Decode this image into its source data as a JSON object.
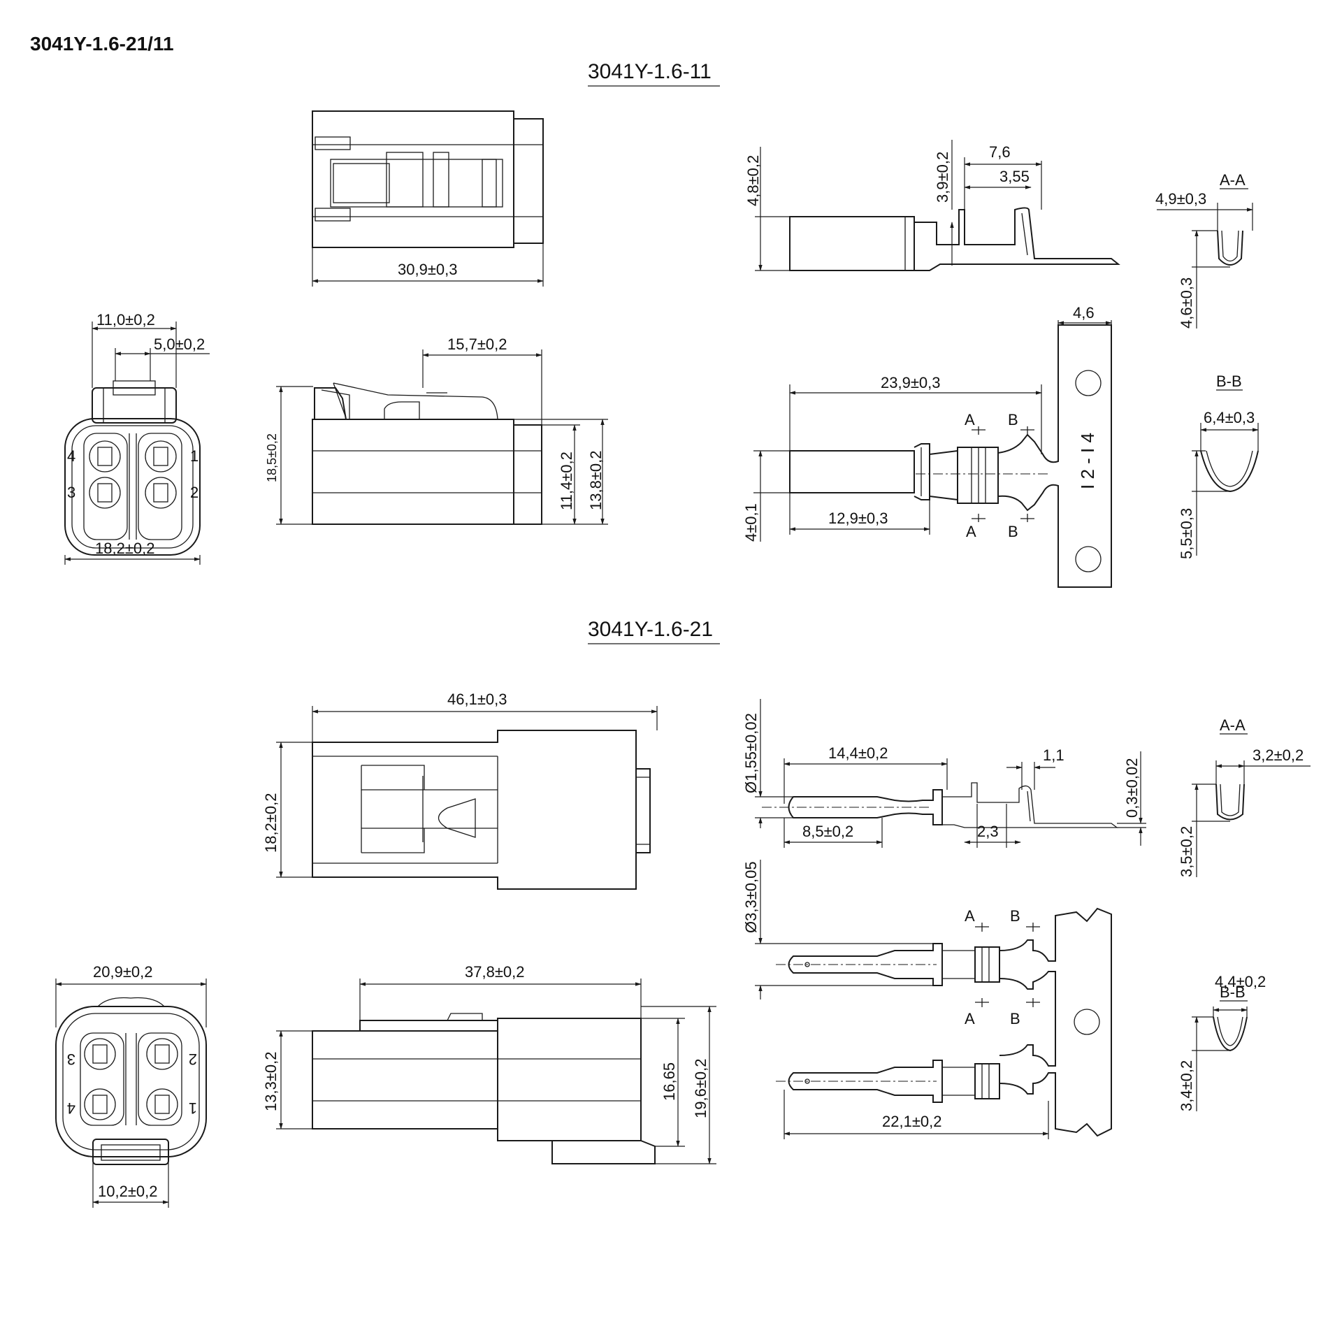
{
  "document": {
    "title": "3041Y-1.6-21/11"
  },
  "section_11": {
    "heading": "3041Y-1.6-11",
    "housing": {
      "length": "30,9±0,3",
      "front_width": "11,0±0,2",
      "latch_width": "5,0±0,2",
      "total_width": "18,2±0,2",
      "pins": [
        "4",
        "1",
        "3",
        "2"
      ],
      "side_offset": "15,7±0,2",
      "side_height": "18,5±0,2",
      "inner_height": "11,4±0,2",
      "outer_height": "13,8±0,2"
    },
    "terminal": {
      "height_left": "4,8±0,2",
      "height_crimp": "3,9±0,2",
      "crimp_length": "7,6",
      "crimp_gap": "3,55",
      "total_length": "23,9±0,3",
      "pin_length": "12,9±0,3",
      "diameter": "4±0,1",
      "strip_width": "4,6",
      "section_a": "A",
      "section_b": "B",
      "strip_label": "I 2 - I 4"
    },
    "section_aa": {
      "label": "A-A",
      "width": "4,9±0,3",
      "height": "4,6±0,3"
    },
    "section_bb": {
      "label": "B-B",
      "width": "6,4±0,3",
      "height": "5,5±0,3"
    }
  },
  "section_21": {
    "heading": "3041Y-1.6-21",
    "housing": {
      "length": "46,1±0,3",
      "height": "18,2±0,2",
      "face_width": "20,9±0,2",
      "latch_width": "10,2±0,2",
      "pins": [
        "3",
        "2",
        "4",
        "1"
      ],
      "side_length": "37,8±0,2",
      "side_left_height": "13,3±0,2",
      "inner_height": "16,65",
      "outer_height": "19,6±0,2"
    },
    "terminal": {
      "pin_diameter": "Ø1,55±0,02",
      "body_length": "14,4±0,2",
      "tip_length": "8,5±0,2",
      "crimp_width": "2,3",
      "tab": "1,1",
      "thickness": "0,3±0,02",
      "collar_diameter": "Ø3,3±0,05",
      "total_length": "22,1±0,2",
      "section_a": "A",
      "section_b": "B"
    },
    "section_aa": {
      "label": "A-A",
      "width": "3,2±0,2",
      "height": "3,5±0,2"
    },
    "section_bb": {
      "label": "B-B",
      "width": "4,4±0,2",
      "height": "3,4±0,2"
    }
  }
}
